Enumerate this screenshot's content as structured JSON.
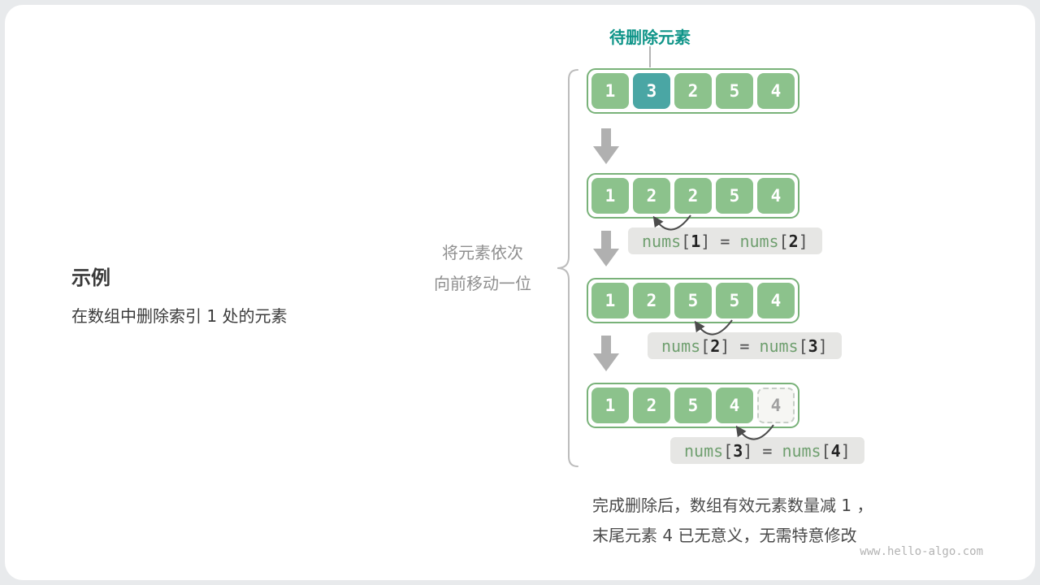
{
  "labels": {
    "delete_target": "待删除元素",
    "example_title": "示例",
    "example_desc": "在数组中删除索引 1 处的元素",
    "shift_note_line1": "将元素依次",
    "shift_note_line2": "向前移动一位",
    "footer_line1": "完成删除后，数组有效元素数量减 1 ，",
    "footer_line2": "末尾元素 4 已无意义，无需特意修改",
    "watermark": "www.hello-algo.com"
  },
  "colors": {
    "cell_green": "#8cc28c",
    "cell_highlight_teal": "#4aa6a4",
    "cell_border_green": "#79b279",
    "title_teal": "#0e9488",
    "code_box_gray": "#e6e6e4",
    "block_arrow_gray": "#b0b0b0"
  },
  "steps": [
    {
      "name": "initial-array",
      "cells": [
        {
          "v": "1",
          "state": "normal"
        },
        {
          "v": "3",
          "state": "target"
        },
        {
          "v": "2",
          "state": "normal"
        },
        {
          "v": "5",
          "state": "normal"
        },
        {
          "v": "4",
          "state": "normal"
        }
      ]
    },
    {
      "name": "shift-step-1",
      "cells": [
        {
          "v": "1",
          "state": "normal"
        },
        {
          "v": "2",
          "state": "moved"
        },
        {
          "v": "2",
          "state": "moved"
        },
        {
          "v": "5",
          "state": "normal"
        },
        {
          "v": "4",
          "state": "normal"
        }
      ],
      "code": [
        {
          "t": "nums",
          "c": "fn"
        },
        {
          "t": "[",
          "c": "pl"
        },
        {
          "t": "1",
          "c": "ix"
        },
        {
          "t": "]",
          "c": "pl"
        },
        {
          "t": " = ",
          "c": "pl"
        },
        {
          "t": "nums",
          "c": "fn"
        },
        {
          "t": "[",
          "c": "pl"
        },
        {
          "t": "2",
          "c": "ix"
        },
        {
          "t": "]",
          "c": "pl"
        }
      ]
    },
    {
      "name": "shift-step-2",
      "cells": [
        {
          "v": "1",
          "state": "normal"
        },
        {
          "v": "2",
          "state": "normal"
        },
        {
          "v": "5",
          "state": "moved"
        },
        {
          "v": "5",
          "state": "moved"
        },
        {
          "v": "4",
          "state": "normal"
        }
      ],
      "code": [
        {
          "t": "nums",
          "c": "fn"
        },
        {
          "t": "[",
          "c": "pl"
        },
        {
          "t": "2",
          "c": "ix"
        },
        {
          "t": "]",
          "c": "pl"
        },
        {
          "t": " = ",
          "c": "pl"
        },
        {
          "t": "nums",
          "c": "fn"
        },
        {
          "t": "[",
          "c": "pl"
        },
        {
          "t": "3",
          "c": "ix"
        },
        {
          "t": "]",
          "c": "pl"
        }
      ]
    },
    {
      "name": "shift-step-3",
      "cells": [
        {
          "v": "1",
          "state": "normal"
        },
        {
          "v": "2",
          "state": "normal"
        },
        {
          "v": "5",
          "state": "normal"
        },
        {
          "v": "4",
          "state": "moved"
        },
        {
          "v": "4",
          "state": "stale"
        }
      ],
      "code": [
        {
          "t": "nums",
          "c": "fn"
        },
        {
          "t": "[",
          "c": "pl"
        },
        {
          "t": "3",
          "c": "ix"
        },
        {
          "t": "]",
          "c": "pl"
        },
        {
          "t": " = ",
          "c": "pl"
        },
        {
          "t": "nums",
          "c": "fn"
        },
        {
          "t": "[",
          "c": "pl"
        },
        {
          "t": "4",
          "c": "ix"
        },
        {
          "t": "]",
          "c": "pl"
        }
      ]
    }
  ]
}
